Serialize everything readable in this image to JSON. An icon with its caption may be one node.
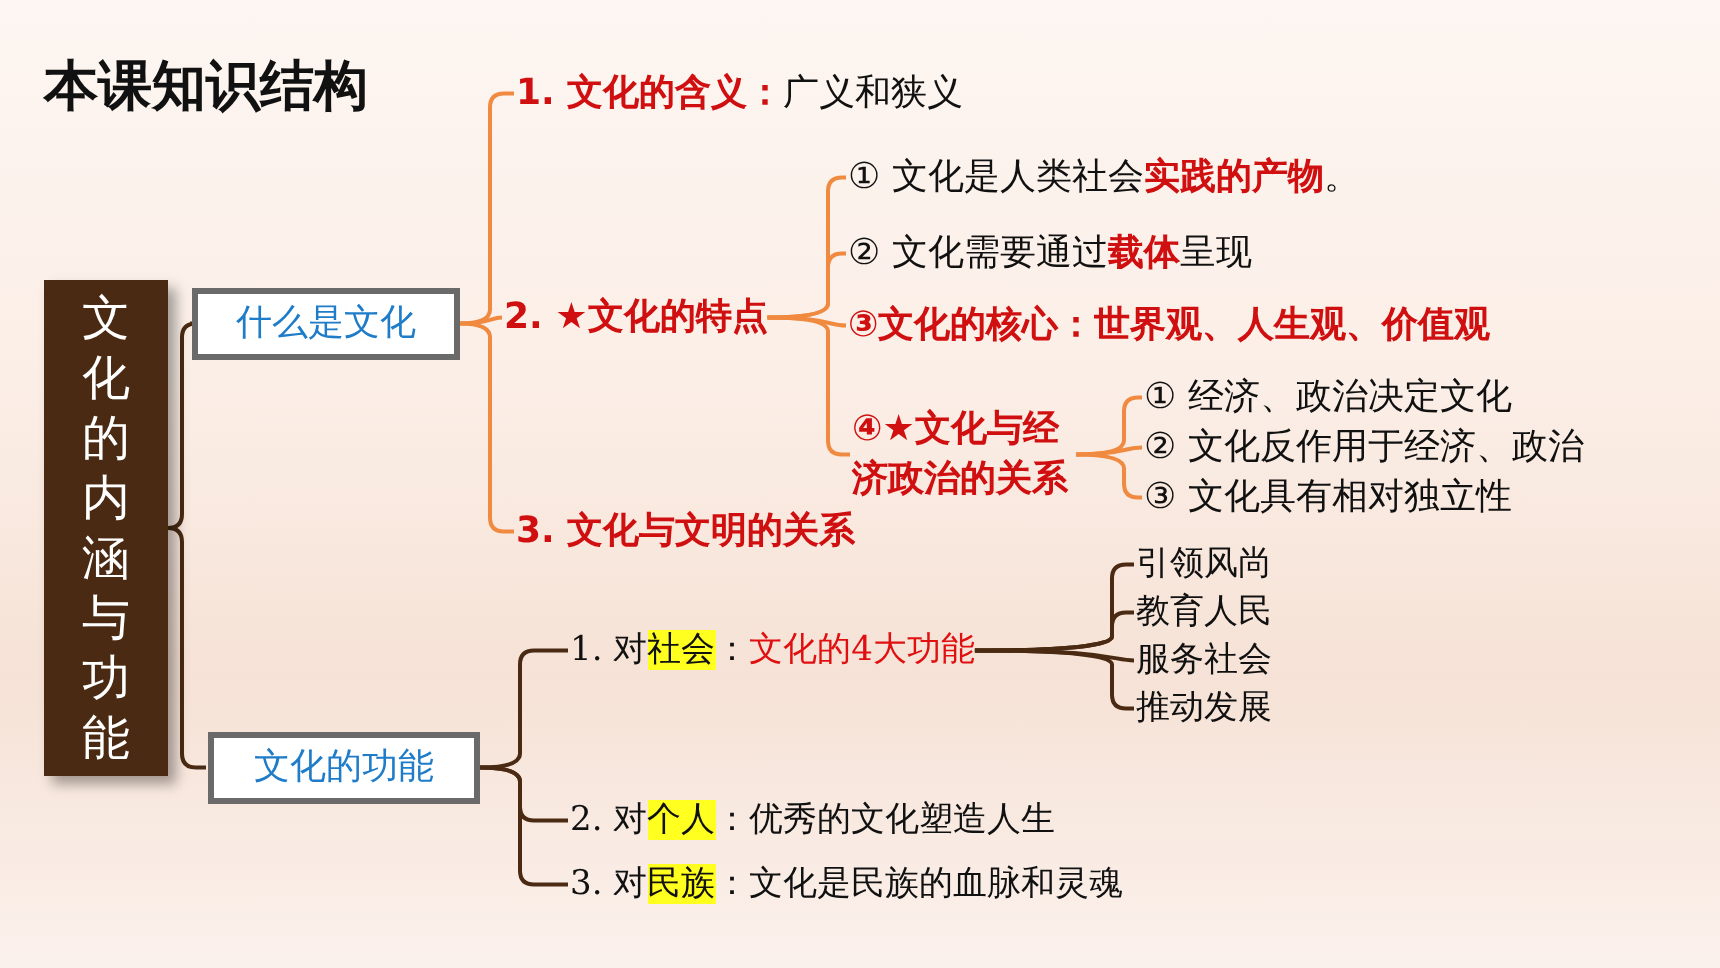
{
  "diagram": {
    "title": "本课知识结构",
    "nodes": [
      {
        "text": [
          "文化的内涵与功能"
        ]
      },
      {
        "text": [
          "什么是文化"
        ]
      },
      {
        "text": [
          "**1. 文化的含义：**广义和狭义"
        ]
      },
      {
        "text": [
          "2. ★文化的特点"
        ]
      },
      {
        "text": [
          "① 文化是人类社会**实践的产物**。"
        ]
      },
      {
        "text": [
          "② 文化需要通过**载体**呈现"
        ]
      },
      {
        "text": [
          "③文化的核心：世界观、人生观、价值观"
        ]
      },
      {
        "text": [
          "④★文化与经济政治的关系"
        ]
      },
      {
        "text": [
          "① 经济、政治决定文化"
        ]
      },
      {
        "text": [
          "② 文化反作用于经济、政治"
        ]
      },
      {
        "text": [
          "③ 文化具有相对独立性"
        ]
      },
      {
        "text": [
          "3. 文化与文明的关系"
        ]
      },
      {
        "text": [
          "文化的功能"
        ]
      },
      {
        "text": [
          "1. 对**社会**：",
          "文化的4大功能"
        ]
      },
      {
        "text": [
          "引领风尚"
        ]
      },
      {
        "text": [
          "教育人民"
        ]
      },
      {
        "text": [
          "服务社会"
        ]
      },
      {
        "text": [
          "推动发展"
        ]
      },
      {
        "text": [
          "2. 对**个人**：优秀的文化塑造人生"
        ]
      },
      {
        "text": [
          "3. 对**民族**：文化是民族的血脉和灵魂"
        ]
      }
    ],
    "edges": [
      {
        "from": 0,
        "to": 1,
        "arrow": "none",
        "color": "#4a2a12"
      },
      {
        "from": 0,
        "to": 12,
        "arrow": "none",
        "color": "#4a2a12"
      },
      {
        "from": 1,
        "to": 2,
        "arrow": "none"
      },
      {
        "from": 1,
        "to": 3,
        "arrow": "none"
      },
      {
        "from": 1,
        "to": 11,
        "arrow": "none"
      },
      {
        "from": 3,
        "to": 4,
        "arrow": "none"
      },
      {
        "from": 3,
        "to": 5,
        "arrow": "none"
      },
      {
        "from": 3,
        "to": 6,
        "arrow": "none"
      },
      {
        "from": 3,
        "to": 7,
        "arrow": "none"
      },
      {
        "from": 7,
        "to": 8,
        "arrow": "none"
      },
      {
        "from": 7,
        "to": 9,
        "arrow": "none"
      },
      {
        "from": 7,
        "to": 10,
        "arrow": "none"
      },
      {
        "from": 12,
        "to": 13,
        "arrow": "none",
        "color": "#4a2a12"
      },
      {
        "from": 12,
        "to": 18,
        "arrow": "none",
        "color": "#4a2a12"
      },
      {
        "from": 12,
        "to": 19,
        "arrow": "none",
        "color": "#4a2a12"
      },
      {
        "from": 13,
        "to": 14,
        "arrow": "none",
        "color": "#4a2a12"
      },
      {
        "from": 13,
        "to": 15,
        "arrow": "none",
        "color": "#4a2a12"
      },
      {
        "from": 13,
        "to": 16,
        "arrow": "none",
        "color": "#4a2a12"
      },
      {
        "from": 13,
        "to": 17,
        "arrow": "none",
        "color": "#4a2a12"
      }
    ]
  }
}
